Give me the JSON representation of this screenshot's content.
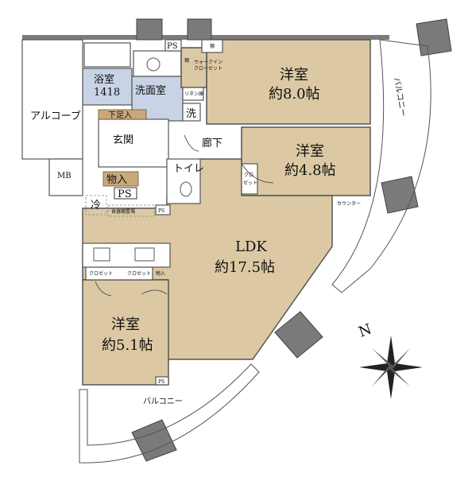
{
  "rooms": {
    "bedroom1": {
      "name": "洋室",
      "size": "約8.0帖"
    },
    "bedroom2": {
      "name": "洋室",
      "size": "約4.8帖"
    },
    "bedroom3": {
      "name": "洋室",
      "size": "約5.1帖"
    },
    "ldk": {
      "name": "LDK",
      "size": "約17.5帖"
    },
    "bath": {
      "name": "浴室",
      "size": "1418"
    },
    "washroom": "洗面室",
    "wash": "洗",
    "entrance": "玄関",
    "shoe_storage": "下足入",
    "hallway": "廊下",
    "toilet": "トイレ",
    "storage": "物入",
    "ps": "PS",
    "ps_small": "PS",
    "ps_small2": "PS",
    "fridge": "冷",
    "cupboard": "食器棚置場",
    "alcove": "アルコーブ",
    "mb": "MB",
    "walk_in": "ウォークイン\nクローゼット",
    "walk_in_line1": "ウォークイン",
    "walk_in_line2": "クローゼット",
    "linen": "リネン庫",
    "shelf": "棚",
    "shelf2": "棚",
    "closet_small": "クロ\nゼット",
    "closet_line1": "クロ",
    "closet_line2": "ゼット",
    "counter": "カウンター",
    "closet_a": "クロゼット",
    "closet_b": "クロゼット",
    "storage_b": "物入",
    "balcony_right": "バルコニー",
    "balcony_bottom": "バルコニー",
    "compass": "N"
  },
  "colors": {
    "room_fill": "#dcc9a4",
    "wet_fill": "#c9d3e6",
    "wall": "#7b7b7b"
  }
}
